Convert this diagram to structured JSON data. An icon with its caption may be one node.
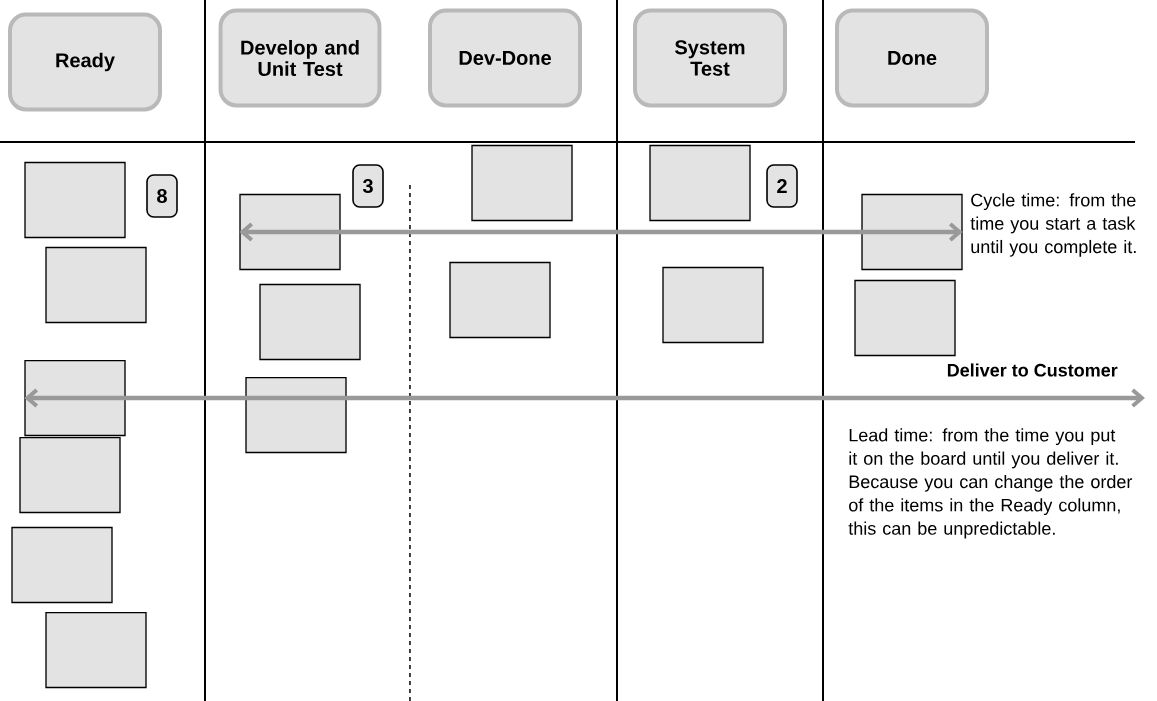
{
  "diagram": {
    "nodes": [
      {
        "text": [
          "Ready"
        ]
      },
      {
        "text": [
          "Develop and Unit Test"
        ]
      },
      {
        "text": [
          "Dev-Done"
        ]
      },
      {
        "text": [
          "System Test"
        ]
      },
      {
        "text": [
          "Done"
        ]
      },
      {
        "text": [],
        "shape": "box"
      },
      {
        "text": [
          "8"
        ]
      },
      {
        "text": [],
        "shape": "box"
      },
      {
        "text": [],
        "shape": "box"
      },
      {
        "text": [],
        "shape": "box"
      },
      {
        "text": [],
        "shape": "box"
      },
      {
        "text": [],
        "shape": "box"
      },
      {
        "text": [],
        "shape": "box"
      },
      {
        "text": [
          "3"
        ]
      },
      {
        "text": [],
        "shape": "box"
      },
      {
        "text": [],
        "shape": "box"
      },
      {
        "text": [],
        "shape": "box"
      },
      {
        "text": [],
        "shape": "box"
      },
      {
        "text": [],
        "shape": "box"
      },
      {
        "text": [
          "2"
        ]
      },
      {
        "text": [],
        "shape": "box"
      },
      {
        "text": [],
        "shape": "box"
      },
      {
        "text": [],
        "shape": "box"
      }
    ],
    "edges": [
      {
        "from": 12,
        "to": 21,
        "arrow": "both"
      },
      {
        "from": 8,
        "to": null,
        "arrow": "both"
      }
    ],
    "labels": [
      "Cycle time: from the time you start a task until you complete it.",
      "Deliver to Customer",
      "Lead time: from the time you put it on the board until you deliver it. Because you can change the order of the items in the Ready column, this can be unpredictable."
    ]
  }
}
